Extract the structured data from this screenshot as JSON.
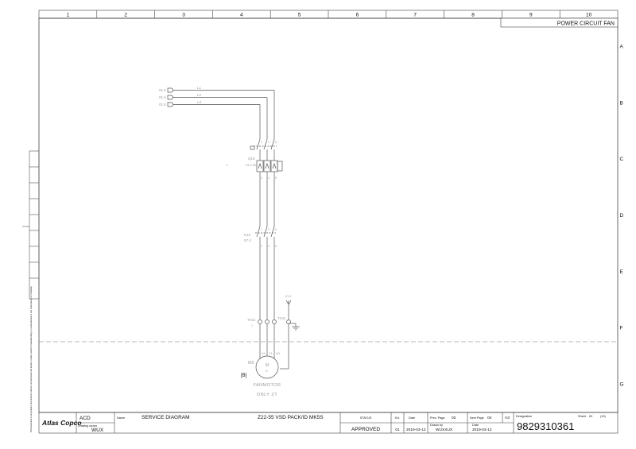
{
  "sheet": {
    "columns": [
      "1",
      "2",
      "3",
      "4",
      "5",
      "6",
      "7",
      "8",
      "9",
      "10"
    ],
    "rows": [
      "A",
      "B",
      "C",
      "D",
      "E",
      "F",
      "G"
    ],
    "page_title": "POWER CIRCUIT FAN"
  },
  "diagram": {
    "supply_refs": [
      "01.6",
      "01.6",
      "01.6"
    ],
    "wire_labels": [
      "L1",
      "L2",
      "L3"
    ],
    "breaker_tag": "Q15",
    "breaker_setting": "1.5-2.5A",
    "breaker_symbol_note": "~",
    "contactor_tag": "K15",
    "contactor_ref": "07.2",
    "top_terminals": [
      "1",
      "3",
      "5"
    ],
    "bottom_terminals": [
      "2",
      "4",
      "6"
    ],
    "pe_ref": "01.9",
    "terminal_block": "TX11",
    "pe_terminal_block": "TX11",
    "motor_terminal_labels": [
      "U1",
      "V1",
      "W1"
    ],
    "motor_tag": "M2",
    "motor_symbol": "M",
    "motor_phase": "3~",
    "location_tag": "[B]",
    "motor_name": "FANMOTOR",
    "motor_note": "ONLY ZT"
  },
  "title_block": {
    "brand": "Atlas Copco",
    "dept": "ACD",
    "drawing_owner_label": "Drawing owner",
    "drawing_owner": "WUX",
    "name_label": "Name",
    "name": "SERVICE DIAGRAM",
    "product": "Z22-55 VSD PACK/ID MK5S",
    "status_label": "STATUS",
    "status": "APPROVED",
    "ed_label": "Ed.",
    "ed": "01",
    "date_label": "Date",
    "date": "2019-03-12",
    "prev_label": "Prev. Page",
    "prev": "02",
    "next_label": "Next Page",
    "next": "04",
    "size": "A3",
    "drawn_label": "Drawn by",
    "drawn": "WUXXUX",
    "date2_label": "Date",
    "date2": "2019-03-12",
    "designation_label": "Designation",
    "sheet_label": "Sheet",
    "sheet_no": "03",
    "sheet_total": "(19)",
    "designation": "9829310361"
  },
  "margin_note": "This document is our property and shall not without our permission be altered, copied, used for manufacturing or communicated to any other person or company."
}
